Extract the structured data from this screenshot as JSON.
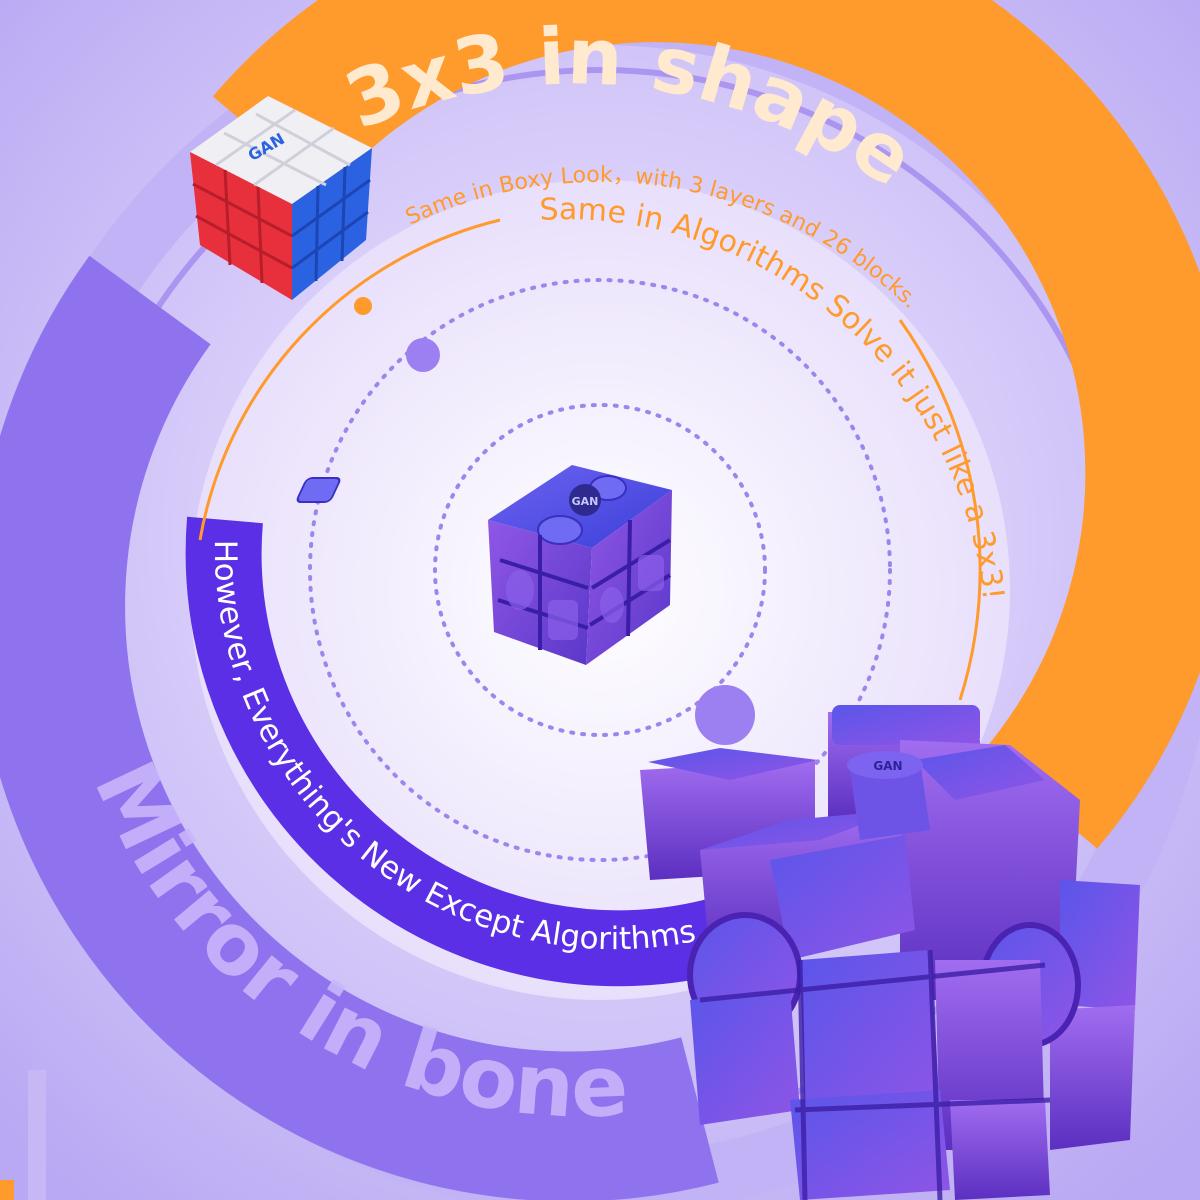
{
  "orange_arc": {
    "headline": "3x3 in shape",
    "line1": "Same in Boxy Look，with 3 layers and 26 blocks.",
    "line2": "Same in Algorithms Solve it just like a 3x3!"
  },
  "purple_arc": {
    "headline": "Mirror in bone",
    "line1": "However, Everything's New Except Algorithms."
  },
  "logo_text": "GAN",
  "colors": {
    "background": "#a48ff0",
    "orange": "#ff9a2c",
    "deep_purple": "#5a2fe6",
    "cube_blue": "#4a48e6",
    "cube_violet": "#8a4fe3"
  }
}
